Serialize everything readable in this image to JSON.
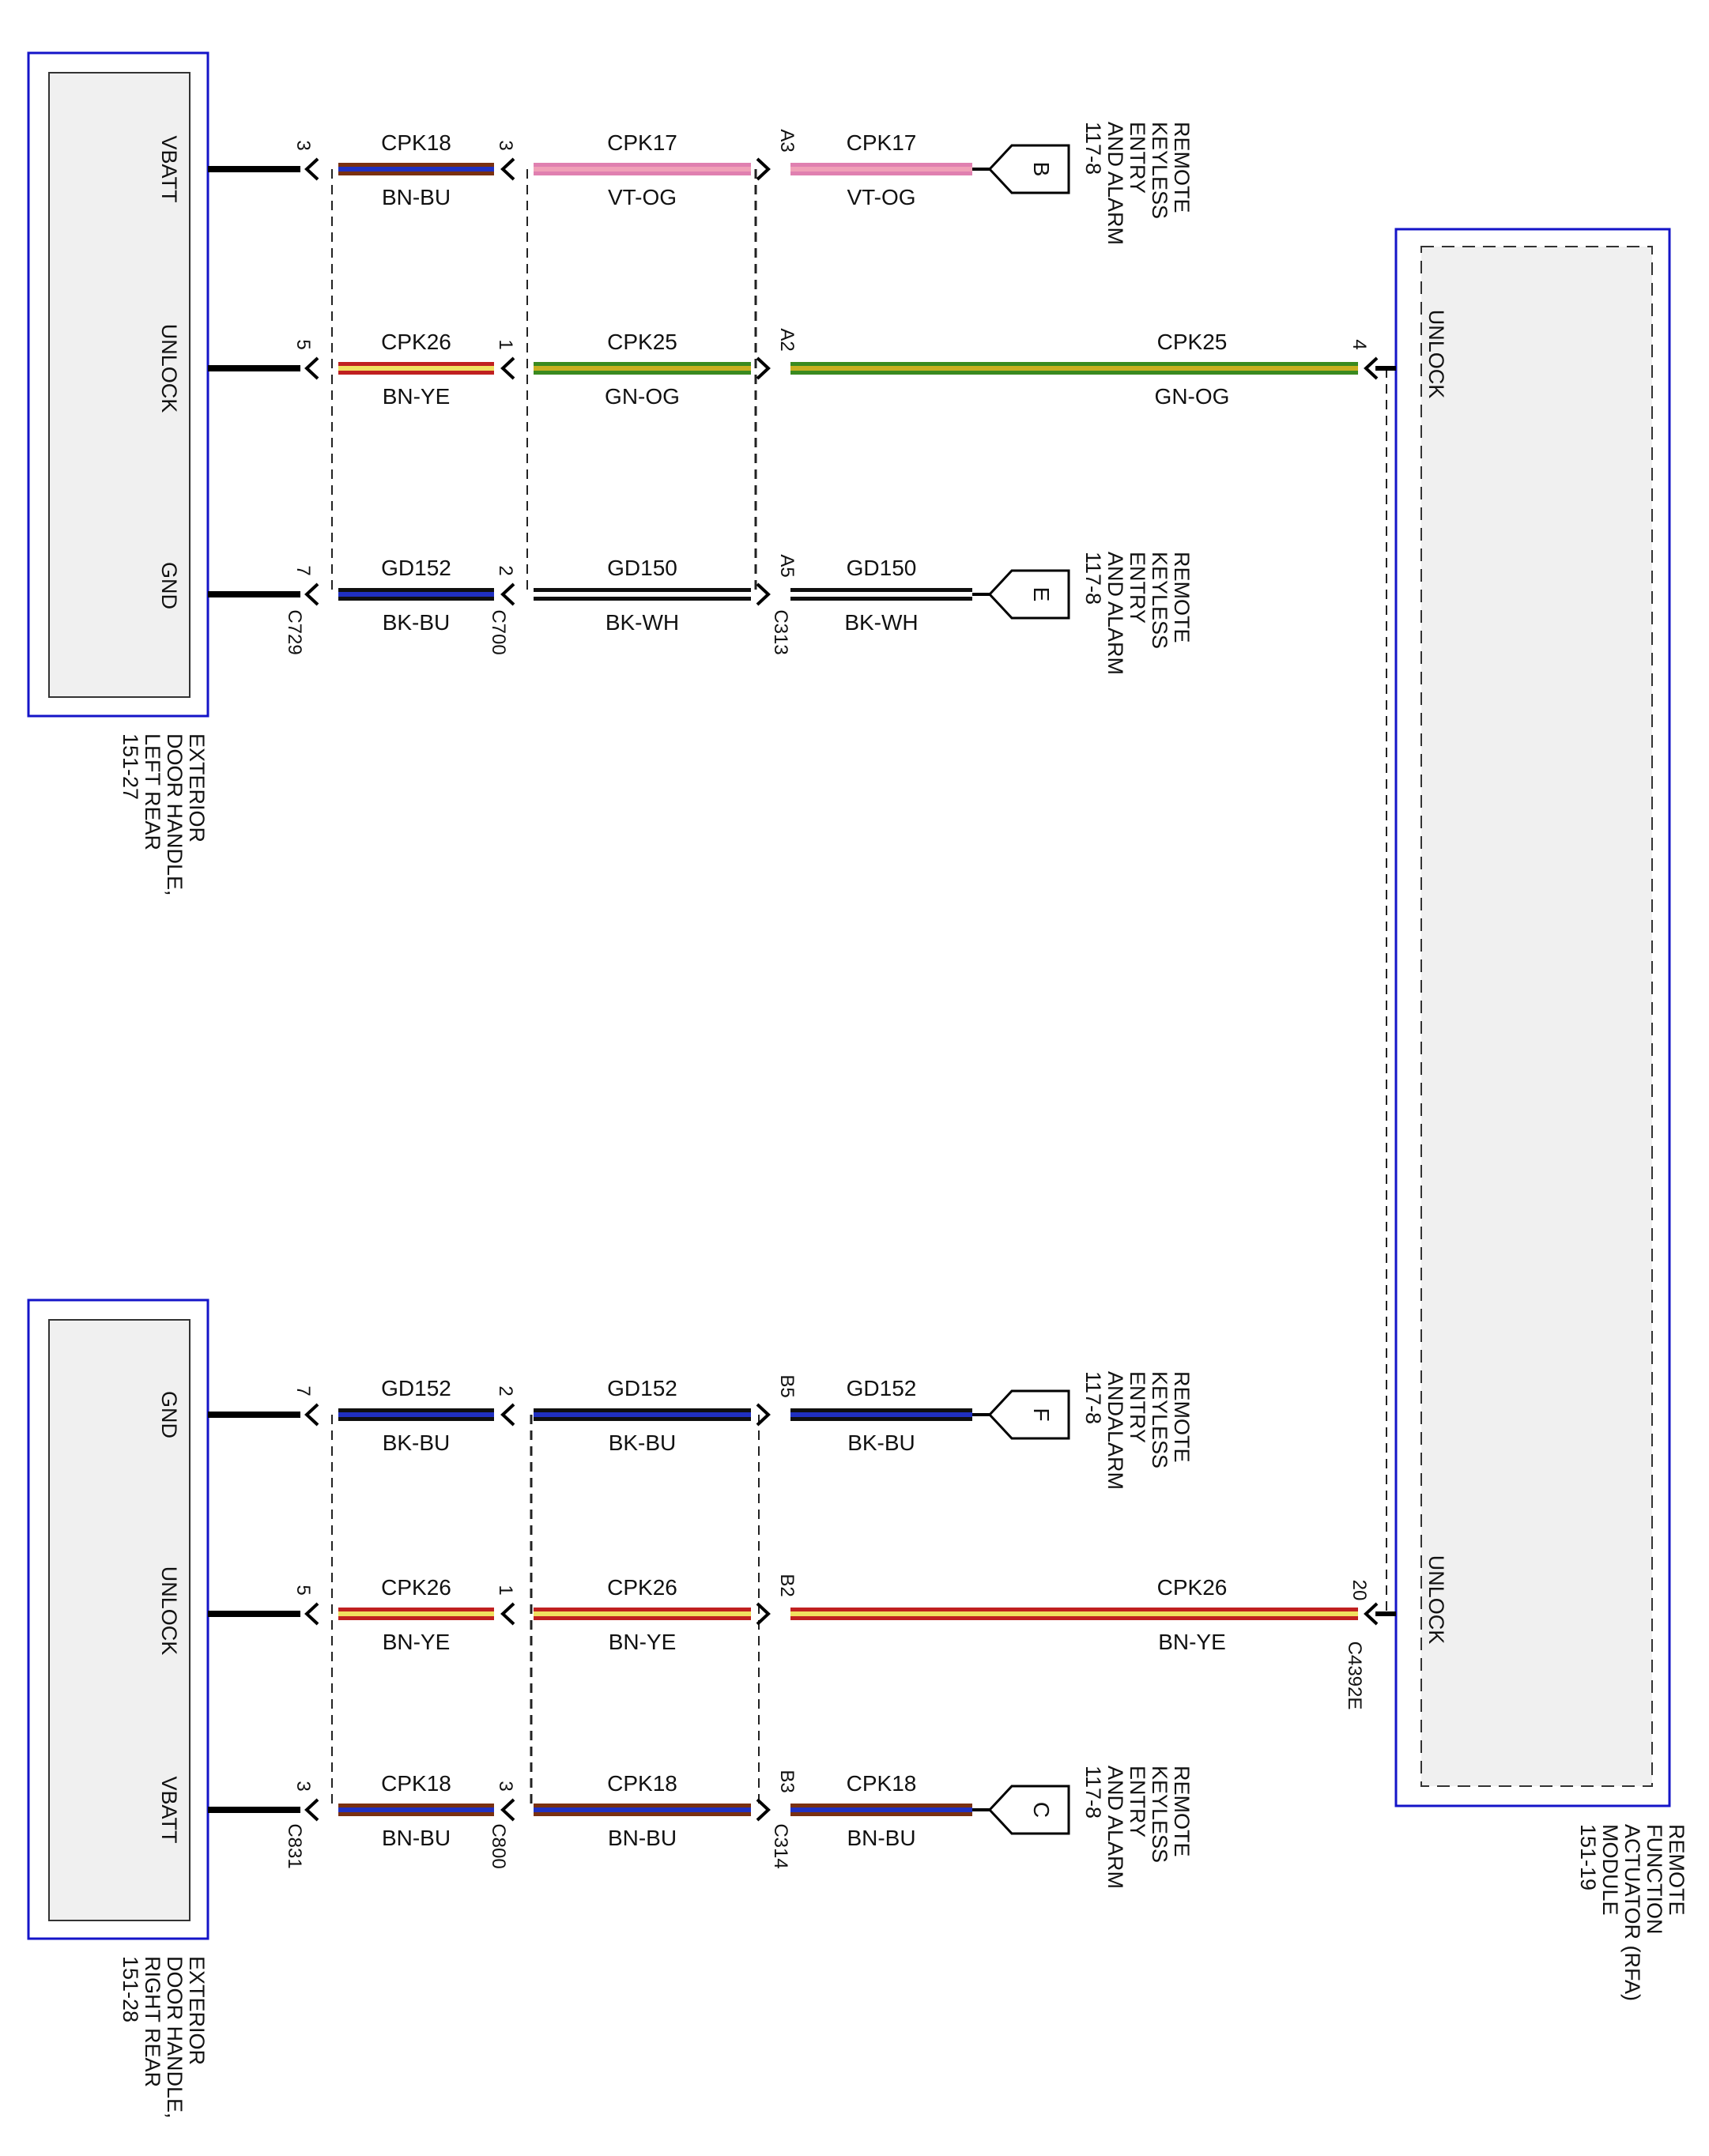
{
  "modules": {
    "lr": {
      "title_lines": [
        "EXTERIOR",
        "DOOR HANDLE,",
        "LEFT REAR",
        "151-27"
      ],
      "pins": [
        "VBATT",
        "UNLOCK",
        "GND"
      ]
    },
    "rr": {
      "title_lines": [
        "EXTERIOR",
        "DOOR HANDLE,",
        "RIGHT REAR",
        "151-28"
      ],
      "pins": [
        "GND",
        "UNLOCK",
        "VBATT"
      ]
    },
    "rfa": {
      "title_lines": [
        "REMOTE",
        "FUNCTION",
        "ACTUATOR (RFA)",
        "MODULE",
        "151-19"
      ],
      "pins": [
        "UNLOCK",
        "UNLOCK"
      ]
    }
  },
  "connectors": {
    "c729": "C729",
    "c700": "C700",
    "c313": "C313",
    "c831": "C831",
    "c800": "C800",
    "c314": "C314",
    "c4392e": "C4392E"
  },
  "circuits": {
    "lr_vbatt": {
      "pins": [
        "3",
        "3",
        "A3"
      ],
      "segments": [
        [
          "CPK18",
          "BN-BU"
        ],
        [
          "CPK17",
          "VT-OG"
        ],
        [
          "CPK17",
          "VT-OG"
        ]
      ],
      "end_letter": "B"
    },
    "lr_unlock": {
      "pins": [
        "5",
        "1",
        "A2",
        "4"
      ],
      "segments": [
        [
          "CPK26",
          "BN-YE"
        ],
        [
          "CPK25",
          "GN-OG"
        ],
        [
          "CPK25",
          "GN-OG"
        ]
      ]
    },
    "lr_gnd": {
      "pins": [
        "7",
        "2",
        "A5"
      ],
      "segments": [
        [
          "GD152",
          "BK-BU"
        ],
        [
          "GD150",
          "BK-WH"
        ],
        [
          "GD150",
          "BK-WH"
        ]
      ],
      "end_letter": "E"
    },
    "rr_gnd": {
      "pins": [
        "7",
        "2",
        "B5"
      ],
      "segments": [
        [
          "GD152",
          "BK-BU"
        ],
        [
          "GD152",
          "BK-BU"
        ],
        [
          "GD152",
          "BK-BU"
        ]
      ],
      "end_letter": "F"
    },
    "rr_unlock": {
      "pins": [
        "5",
        "1",
        "B2",
        "20"
      ],
      "segments": [
        [
          "CPK26",
          "BN-YE"
        ],
        [
          "CPK26",
          "BN-YE"
        ],
        [
          "CPK26",
          "BN-YE"
        ]
      ]
    },
    "rr_vbatt": {
      "pins": [
        "3",
        "3",
        "B3"
      ],
      "segments": [
        [
          "CPK18",
          "BN-BU"
        ],
        [
          "CPK18",
          "BN-BU"
        ],
        [
          "CPK18",
          "BN-BU"
        ]
      ],
      "end_letter": "C"
    }
  },
  "destinations": {
    "rke_lines": [
      "REMOTE",
      "KEYLESS",
      "ENTRY",
      "AND ALARM",
      "117-8"
    ],
    "rke_lines_f": [
      "REMOTE",
      "KEYLESS",
      "ENTRY",
      "ANDALARM",
      "117-8"
    ]
  },
  "colors": {
    "frame_blue": "#1414c8",
    "module_fill": "#f0f0f0",
    "BN": "#7a3010",
    "BU": "#2030c0",
    "VT": "#e080b0",
    "OG": "#f0a0b8",
    "GN": "#3a8a20",
    "GN_OG": "#c8b020",
    "YE": "#f0e060",
    "RD": "#c02020",
    "BK": "#101010",
    "WH": "#ffffff"
  }
}
